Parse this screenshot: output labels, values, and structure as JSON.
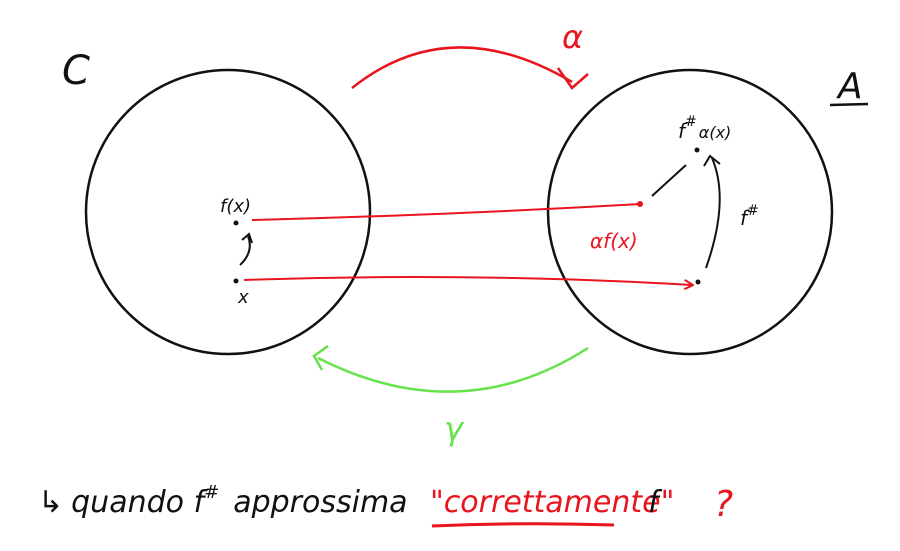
{
  "labels": {
    "left_set": "C",
    "right_set": "A",
    "alpha": "α",
    "gamma": "γ",
    "fx": "f(x)",
    "x": "x",
    "alpha_fx": "αf(x)",
    "f_sharp": "f",
    "f_sharp_sup": "#",
    "f_sharp_alpha": "f",
    "f_sharp_alpha_sup": "#",
    "f_sharp_alpha_sub": "α(x)"
  },
  "caption": {
    "arrow": "↳",
    "before": "quando f",
    "sup": "#",
    "middle": "approssima",
    "highlight": "\"correttamente\"",
    "after": "f",
    "question": "?"
  },
  "colors": {
    "ink": "#111111",
    "red": "#e8141e",
    "green": "#66e24a"
  }
}
